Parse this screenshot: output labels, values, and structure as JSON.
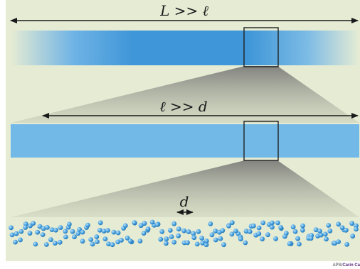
{
  "labels": {
    "top_relation": "L >> ℓ",
    "middle_relation": "ℓ >> d",
    "particle_size": "d"
  },
  "credit": {
    "source": "APS/",
    "author": "Carin Ca"
  },
  "colors": {
    "background": "#e6ecd4",
    "band_blue": "#3f96d8",
    "band_light": "#72b9e8",
    "particle": "#4ba3e0",
    "outline": "#222222"
  }
}
